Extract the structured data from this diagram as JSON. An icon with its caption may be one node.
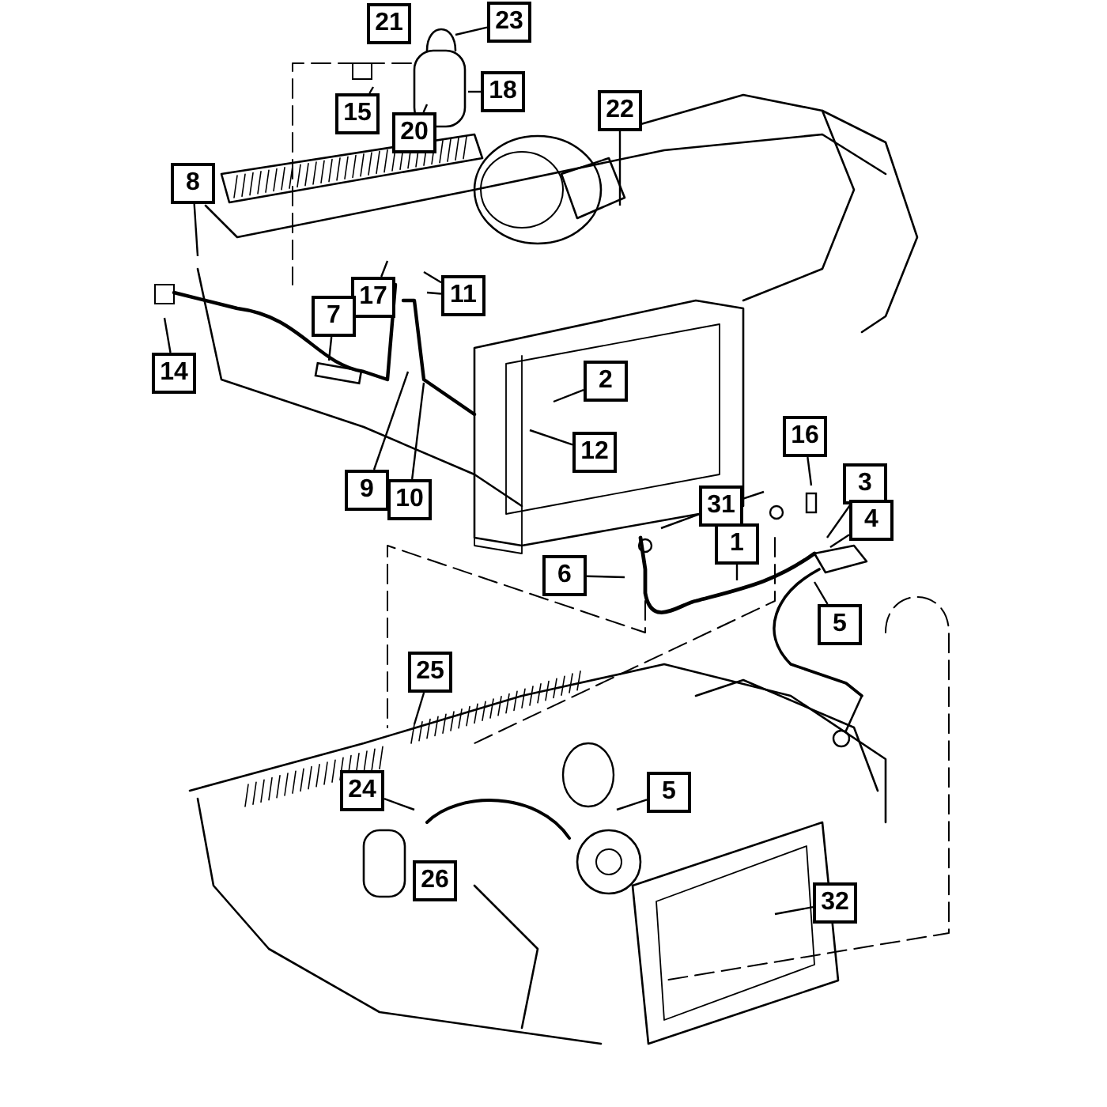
{
  "diagram": {
    "nodes": [
      {
        "text": [
          "21"
        ]
      },
      {
        "text": [
          "23"
        ]
      },
      {
        "text": [
          "15"
        ]
      },
      {
        "text": [
          "20"
        ]
      },
      {
        "text": [
          "18"
        ]
      },
      {
        "text": [
          "22"
        ]
      },
      {
        "text": [
          "8"
        ]
      },
      {
        "text": [
          "17"
        ]
      },
      {
        "text": [
          "11"
        ]
      },
      {
        "text": [
          "7"
        ]
      },
      {
        "text": [
          "14"
        ]
      },
      {
        "text": [
          "2"
        ]
      },
      {
        "text": [
          "12"
        ]
      },
      {
        "text": [
          "9"
        ]
      },
      {
        "text": [
          "10"
        ]
      },
      {
        "text": [
          "16"
        ]
      },
      {
        "text": [
          "3"
        ]
      },
      {
        "text": [
          "31"
        ]
      },
      {
        "text": [
          "4"
        ]
      },
      {
        "text": [
          "6"
        ]
      },
      {
        "text": [
          "1"
        ]
      },
      {
        "text": [
          "5"
        ]
      },
      {
        "text": [
          "25"
        ]
      },
      {
        "text": [
          "24"
        ]
      },
      {
        "text": [
          "5"
        ]
      },
      {
        "text": [
          "26"
        ]
      },
      {
        "text": [
          "32"
        ]
      }
    ],
    "edges": [
      {
        "from": 1,
        "to": null,
        "arrow": "none"
      },
      {
        "from": 2,
        "to": null,
        "arrow": "none"
      },
      {
        "from": 3,
        "to": null,
        "arrow": "none"
      },
      {
        "from": 4,
        "to": null,
        "arrow": "none"
      },
      {
        "from": 5,
        "to": null,
        "arrow": "none"
      },
      {
        "from": 6,
        "to": null,
        "arrow": "none"
      },
      {
        "from": 7,
        "to": null,
        "arrow": "none"
      },
      {
        "from": 8,
        "to": null,
        "arrow": "none"
      },
      {
        "from": 8,
        "to": null,
        "arrow": "none"
      },
      {
        "from": 9,
        "to": null,
        "arrow": "none"
      },
      {
        "from": 10,
        "to": null,
        "arrow": "none"
      },
      {
        "from": 11,
        "to": null,
        "arrow": "none"
      },
      {
        "from": 12,
        "to": null,
        "arrow": "none"
      },
      {
        "from": 13,
        "to": null,
        "arrow": "none"
      },
      {
        "from": 14,
        "to": null,
        "arrow": "none"
      },
      {
        "from": 15,
        "to": null,
        "arrow": "none"
      },
      {
        "from": 16,
        "to": null,
        "arrow": "none"
      },
      {
        "from": 17,
        "to": null,
        "arrow": "none"
      },
      {
        "from": 17,
        "to": null,
        "arrow": "none"
      },
      {
        "from": 18,
        "to": null,
        "arrow": "none"
      },
      {
        "from": 19,
        "to": null,
        "arrow": "none"
      },
      {
        "from": 20,
        "to": null,
        "arrow": "none"
      },
      {
        "from": 21,
        "to": null,
        "arrow": "none"
      },
      {
        "from": 22,
        "to": null,
        "arrow": "none"
      },
      {
        "from": 23,
        "to": null,
        "arrow": "none"
      },
      {
        "from": 24,
        "to": null,
        "arrow": "none"
      },
      {
        "from": 26,
        "to": null,
        "arrow": "none"
      }
    ]
  }
}
